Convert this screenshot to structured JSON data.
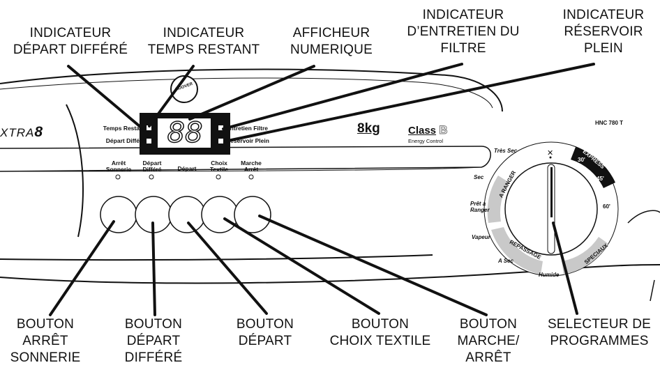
{
  "callouts_top": {
    "depart_differe": [
      "INDICATEUR",
      "DÉPART DIFFÉRÉ"
    ],
    "temps_restant": [
      "INDICATEUR",
      "TEMPS RESTANT"
    ],
    "afficheur": [
      "AFFICHEUR",
      "NUMERIQUE"
    ],
    "entretien": [
      "INDICATEUR",
      "D’ENTRETIEN DU",
      "FILTRE"
    ],
    "reservoir": [
      "INDICATEUR",
      "RÉSERVOIR",
      "PLEIN"
    ]
  },
  "callouts_bottom": {
    "arret_sonnerie": [
      "BOUTON",
      "ARRÊT",
      "SONNERIE"
    ],
    "depart_differe": [
      "BOUTON",
      "DÉPART",
      "DIFFÉRÉ"
    ],
    "depart": [
      "BOUTON",
      "DÉPART"
    ],
    "choix_textile": [
      "BOUTON",
      "CHOIX TEXTILE"
    ],
    "marche_arret": [
      "BOUTON",
      "MARCHE/",
      "ARRÊT"
    ],
    "selecteur": [
      "SELECTEUR DE",
      "PROGRAMMES"
    ]
  },
  "panel": {
    "brand_fragment": "XTRA",
    "brand_number": "8",
    "display_digits": "88",
    "indicator_left": [
      "Temps Restant",
      "Départ Différé"
    ],
    "indicator_right": [
      "Entretien Filtre",
      "Réservoir Plein"
    ],
    "button_labels": [
      [
        "Arrêt",
        "Sonnerie"
      ],
      [
        "Départ",
        "Différé"
      ],
      [
        "Départ"
      ],
      [
        "Choix",
        "Textile"
      ],
      [
        "Marche",
        "Arrêt"
      ]
    ],
    "capacity": "8kg",
    "class_label": "Class",
    "class_letter": "B",
    "energy_control": "Energy Control",
    "model": "HNC 780 T",
    "logo_text": "HOOVER"
  },
  "dial": {
    "labels_left": [
      "Très Sec",
      "Sec",
      "Prêt a Ranger",
      "Vapeur",
      "A Sec",
      "Humide"
    ],
    "arc_a_ranger": "A RANGER",
    "arc_repassage": "REPASSAGE",
    "arc_express": "EXPRESS",
    "arc_speciaux": "SPECIAUX",
    "times": [
      "30'",
      "45'",
      "60'"
    ]
  }
}
